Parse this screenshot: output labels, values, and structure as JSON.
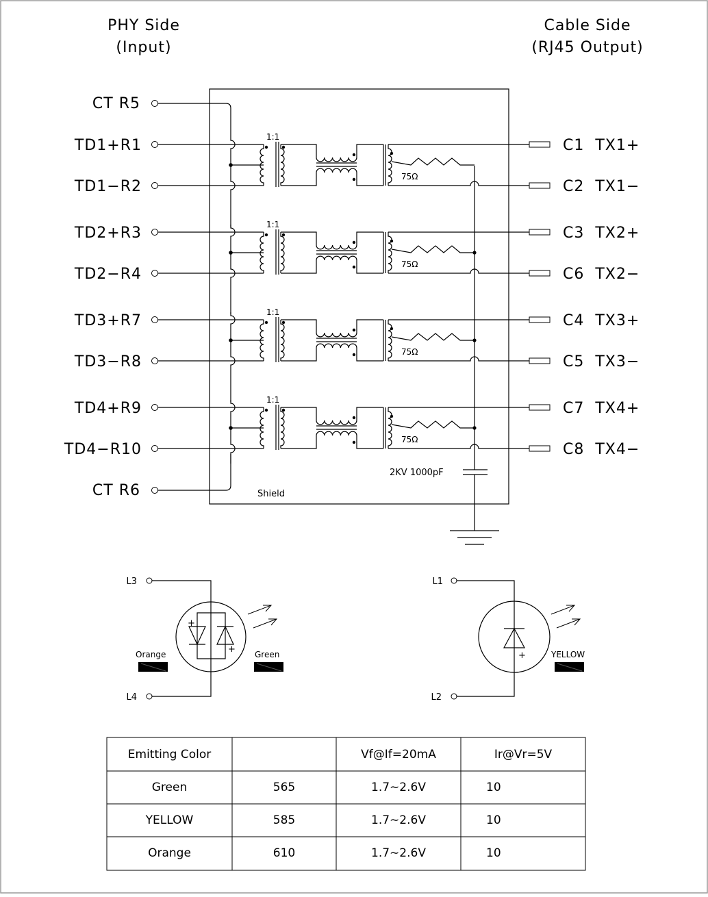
{
  "headers": {
    "phy_title": "PHY Side",
    "phy_sub": "(Input)",
    "cable_title": "Cable Side",
    "cable_sub": "(RJ45 Output)"
  },
  "labels": {
    "ct_r5": "CT R5",
    "ct_r6": "CT R6",
    "shield": "Shield",
    "cap": "2KV 1000pF"
  },
  "channels": [
    {
      "ratio": "1:1",
      "in_pos": "TD1+R1",
      "in_neg": "TD1−R2",
      "out_pos": "C1  TX1+",
      "out_neg": "C2  TX1−",
      "resistor": "75Ω"
    },
    {
      "ratio": "1:1",
      "in_pos": "TD2+R3",
      "in_neg": "TD2−R4",
      "out_pos": "C3  TX2+",
      "out_neg": "C6  TX2−",
      "resistor": "75Ω"
    },
    {
      "ratio": "1:1",
      "in_pos": "TD3+R7",
      "in_neg": "TD3−R8",
      "out_pos": "C4  TX3+",
      "out_neg": "C5  TX3−",
      "resistor": "75Ω"
    },
    {
      "ratio": "1:1",
      "in_pos": "TD4+R9",
      "in_neg": "TD4−R10",
      "out_pos": "C7  TX4+",
      "out_neg": "C8  TX4−",
      "resistor": "75Ω"
    }
  ],
  "led_left": {
    "top_pin": "L3",
    "bottom_pin": "L4",
    "color_a": "Orange",
    "color_b": "Green",
    "plus": "+"
  },
  "led_right": {
    "top_pin": "L1",
    "bottom_pin": "L2",
    "color": "YELLOW",
    "plus": "+"
  },
  "table": {
    "header": [
      "Emitting Color",
      "",
      "Vf@If=20mA",
      "Ir@Vr=5V"
    ],
    "rows": [
      [
        "Green",
        "565",
        "1.7∼2.6V",
        "10"
      ],
      [
        "YELLOW",
        "585",
        "1.7∼2.6V",
        "10"
      ],
      [
        "Orange",
        "610",
        "1.7∼2.6V",
        "10"
      ]
    ]
  }
}
